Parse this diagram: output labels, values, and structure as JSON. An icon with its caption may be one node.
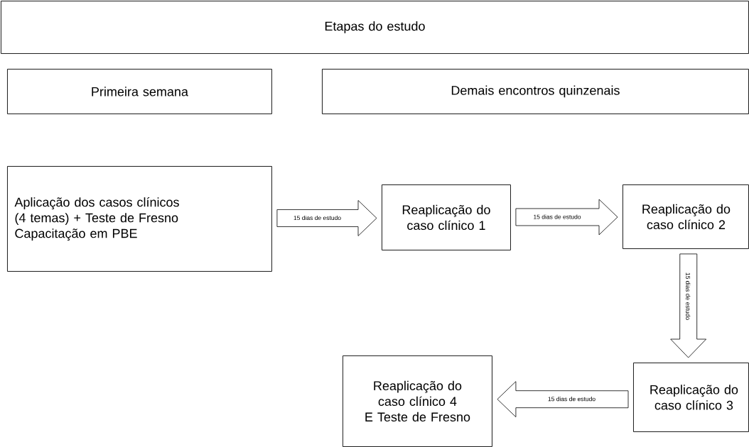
{
  "diagram": {
    "nodes": [
      {
        "text": [
          "Etapas do estudo"
        ]
      },
      {
        "text": [
          "Primeira semana"
        ]
      },
      {
        "text": [
          "Demais encontros quinzenais"
        ]
      },
      {
        "text": [
          "Aplicação dos casos clínicos (4 temas) + Teste de Fresno",
          "Capacitação em PBE"
        ]
      },
      {
        "text": [
          "Reaplicação do caso clínico 1"
        ]
      },
      {
        "text": [
          "Reaplicação do caso clínico 2"
        ]
      },
      {
        "text": [
          "Reaplicação do caso clínico 3"
        ]
      },
      {
        "text": [
          "Reaplicação do caso clínico 4",
          "E Teste de Fresno"
        ]
      }
    ],
    "edges": [
      {
        "from": 3,
        "to": 4,
        "arrow": "to",
        "label": "15 dias de estudo"
      },
      {
        "from": 4,
        "to": 5,
        "arrow": "to",
        "label": "15 dias de estudo"
      },
      {
        "from": 5,
        "to": 6,
        "arrow": "to",
        "label": "15 dias de estudo"
      },
      {
        "from": 6,
        "to": 7,
        "arrow": "to",
        "label": "15 dias de estudo"
      }
    ]
  }
}
